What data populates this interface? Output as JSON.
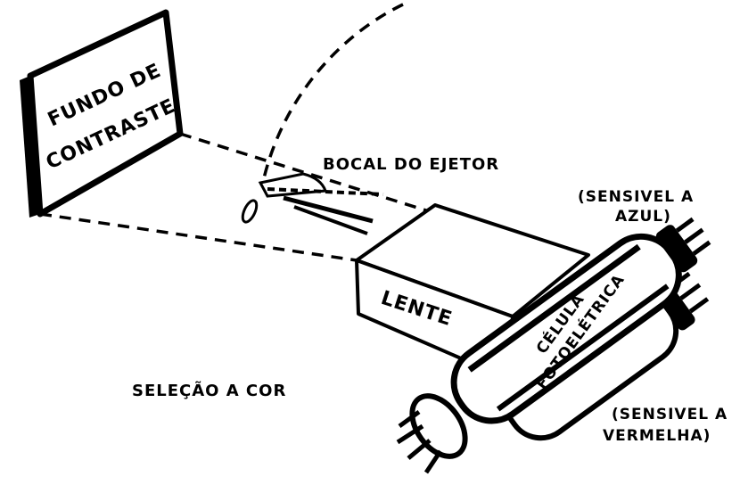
{
  "labels": {
    "backdrop_line1": "FUNDO DE",
    "backdrop_line2": "CONTRASTE",
    "nozzle": "BOCAL DO EJETOR",
    "lens": "LENTE",
    "cell_line1": "CÉLULA",
    "cell_line2": "FOTOELÉTRICA",
    "blue_line1": "(SENSIVEL A",
    "blue_line2": "AZUL)",
    "red_line1": "(SENSIVEL A",
    "red_line2": "VERMELHA)",
    "caption": "SELEÇÃO A COR"
  }
}
